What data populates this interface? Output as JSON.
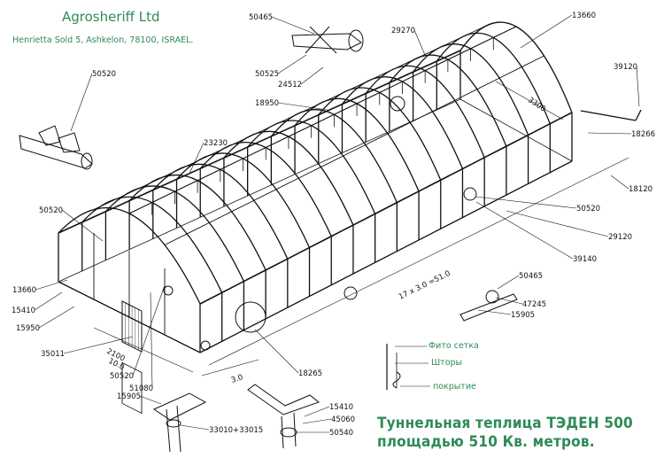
{
  "company": {
    "name": "Agrosheriff Ltd",
    "address": "Henrietta Sold 5, Ashkelon, 78100, ISRAEL."
  },
  "title": {
    "line1": "Туннельная теплица ТЭДЕН 500",
    "line2": "площадью 510 Кв. метров."
  },
  "legend": {
    "net": "Фито сетка",
    "curtains": "Шторы",
    "cover": "покрытие"
  },
  "dimensions": {
    "length": "17 x 3.0 =51.0",
    "width": "10.0",
    "height": "2100",
    "bay_front": "3.0",
    "bay_top": "3300"
  },
  "part_numbers": {
    "p13660_top": "13660",
    "p29270": "29270",
    "p50465_top": "50465",
    "p50525": "50525",
    "p24512": "24512",
    "p39120": "39120",
    "p18266": "18266",
    "p18950": "18950",
    "p23230": "23230",
    "p50520_left": "50520",
    "p18120": "18120",
    "p50520_right": "50520",
    "p29120": "29120",
    "p39140": "39140",
    "p50520_mid": "50520",
    "p13660_left": "13660",
    "p15410_left": "15410",
    "p15950": "15950",
    "p35011": "35011",
    "p51080": "51080",
    "p50520_bottom": "50520",
    "p18265": "18265",
    "p50465_detail": "50465",
    "p47245": "47245",
    "p15905_detail": "15905",
    "p15905_bottom": "15905",
    "p33010": "33010+33015",
    "p15410_bottom": "15410",
    "p45060": "45060",
    "p50540": "50540"
  }
}
